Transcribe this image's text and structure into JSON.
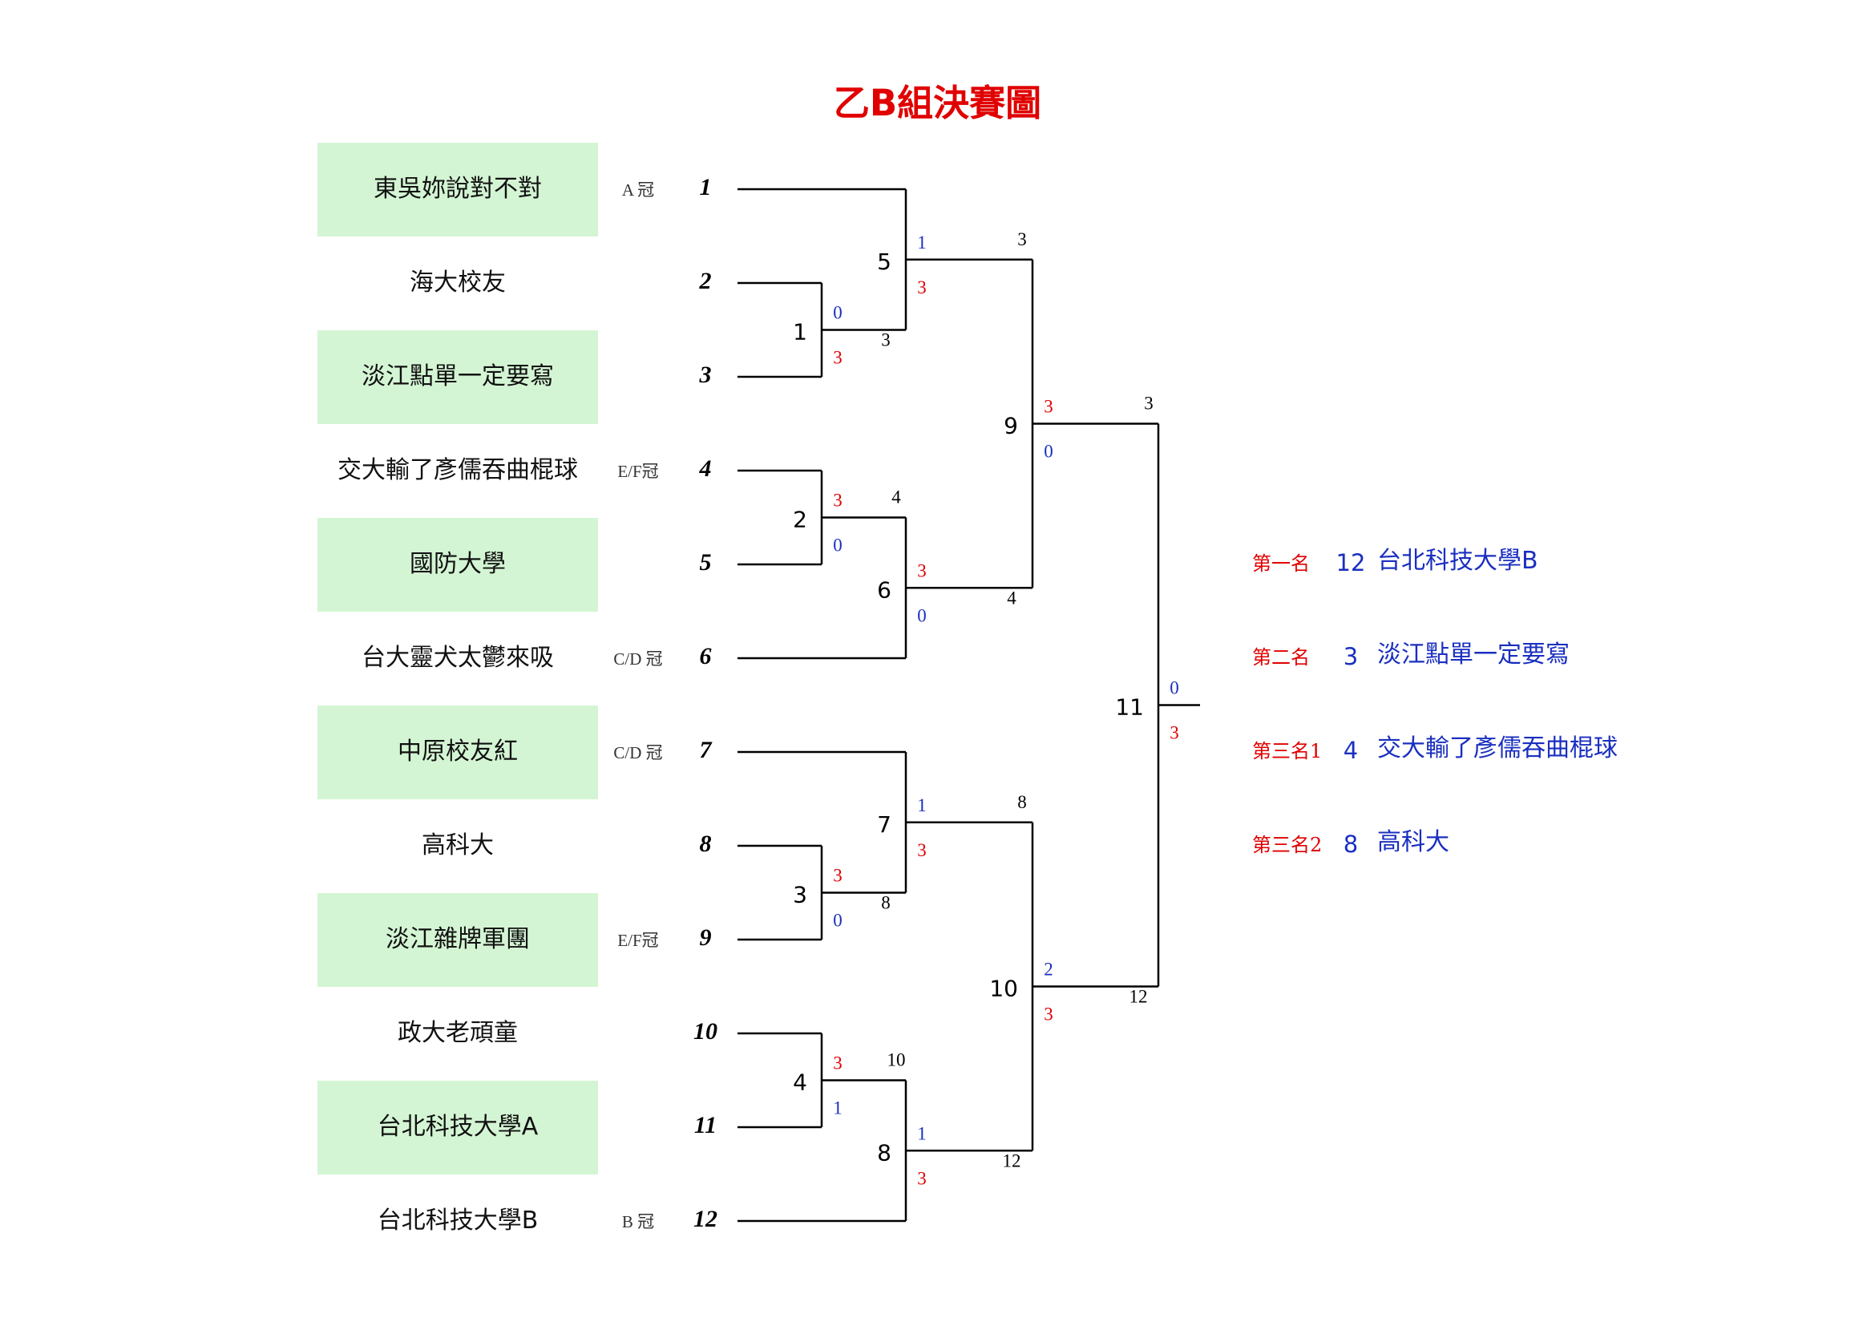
{
  "title": "乙B組決賽圖",
  "teams": [
    {
      "name": "東吳妳說對不對",
      "note": "A 冠",
      "seed": "1",
      "highlight": true
    },
    {
      "name": "海大校友",
      "note": "",
      "seed": "2",
      "highlight": false
    },
    {
      "name": "淡江點單一定要寫",
      "note": "",
      "seed": "3",
      "highlight": true
    },
    {
      "name": "交大輸了彥儒吞曲棍球",
      "note": "E/F冠",
      "seed": "4",
      "highlight": false
    },
    {
      "name": "國防大學",
      "note": "",
      "seed": "5",
      "highlight": true
    },
    {
      "name": "台大靈犬太鬱來吸",
      "note": "C/D 冠",
      "seed": "6",
      "highlight": false
    },
    {
      "name": "中原校友紅",
      "note": "C/D 冠",
      "seed": "7",
      "highlight": true
    },
    {
      "name": "高科大",
      "note": "",
      "seed": "8",
      "highlight": false
    },
    {
      "name": "淡江雜牌軍團",
      "note": "E/F冠",
      "seed": "9",
      "highlight": true
    },
    {
      "name": "政大老頑童",
      "note": "",
      "seed": "10",
      "highlight": false
    },
    {
      "name": "台北科技大學A",
      "note": "",
      "seed": "11",
      "highlight": true
    },
    {
      "name": "台北科技大學B",
      "note": "B 冠",
      "seed": "12",
      "highlight": false
    }
  ],
  "matches": [
    {
      "id": "1",
      "top_score": "0",
      "bottom_score": "3",
      "winner": "3"
    },
    {
      "id": "2",
      "top_score": "3",
      "bottom_score": "0",
      "winner": "4"
    },
    {
      "id": "3",
      "top_score": "3",
      "bottom_score": "0",
      "winner": "8"
    },
    {
      "id": "4",
      "top_score": "3",
      "bottom_score": "1",
      "winner": "10"
    },
    {
      "id": "5",
      "top_score": "1",
      "bottom_score": "3",
      "winner": "3"
    },
    {
      "id": "6",
      "top_score": "3",
      "bottom_score": "0",
      "winner": "4"
    },
    {
      "id": "7",
      "top_score": "1",
      "bottom_score": "3",
      "winner": "8"
    },
    {
      "id": "8",
      "top_score": "1",
      "bottom_score": "3",
      "winner": "12"
    },
    {
      "id": "9",
      "top_score": "3",
      "bottom_score": "0",
      "winner": "3"
    },
    {
      "id": "10",
      "top_score": "2",
      "bottom_score": "3",
      "winner": "12"
    },
    {
      "id": "11",
      "top_score": "0",
      "bottom_score": "3",
      "winner": ""
    }
  ],
  "rankings": [
    {
      "label": "第一名",
      "seed": "12",
      "team": "台北科技大學B"
    },
    {
      "label": "第二名",
      "seed": "3",
      "team": "淡江點單一定要寫"
    },
    {
      "label": "第三名1",
      "seed": "4",
      "team": "交大輸了彥儒吞曲棍球"
    },
    {
      "label": "第三名2",
      "seed": "8",
      "team": "高科大"
    }
  ],
  "colors": {
    "title": "#e00000",
    "highlight": "#d4f5d4",
    "score_red": "#e00000",
    "score_blue": "#1a2fc0",
    "rank_team": "#1a2fc0"
  }
}
